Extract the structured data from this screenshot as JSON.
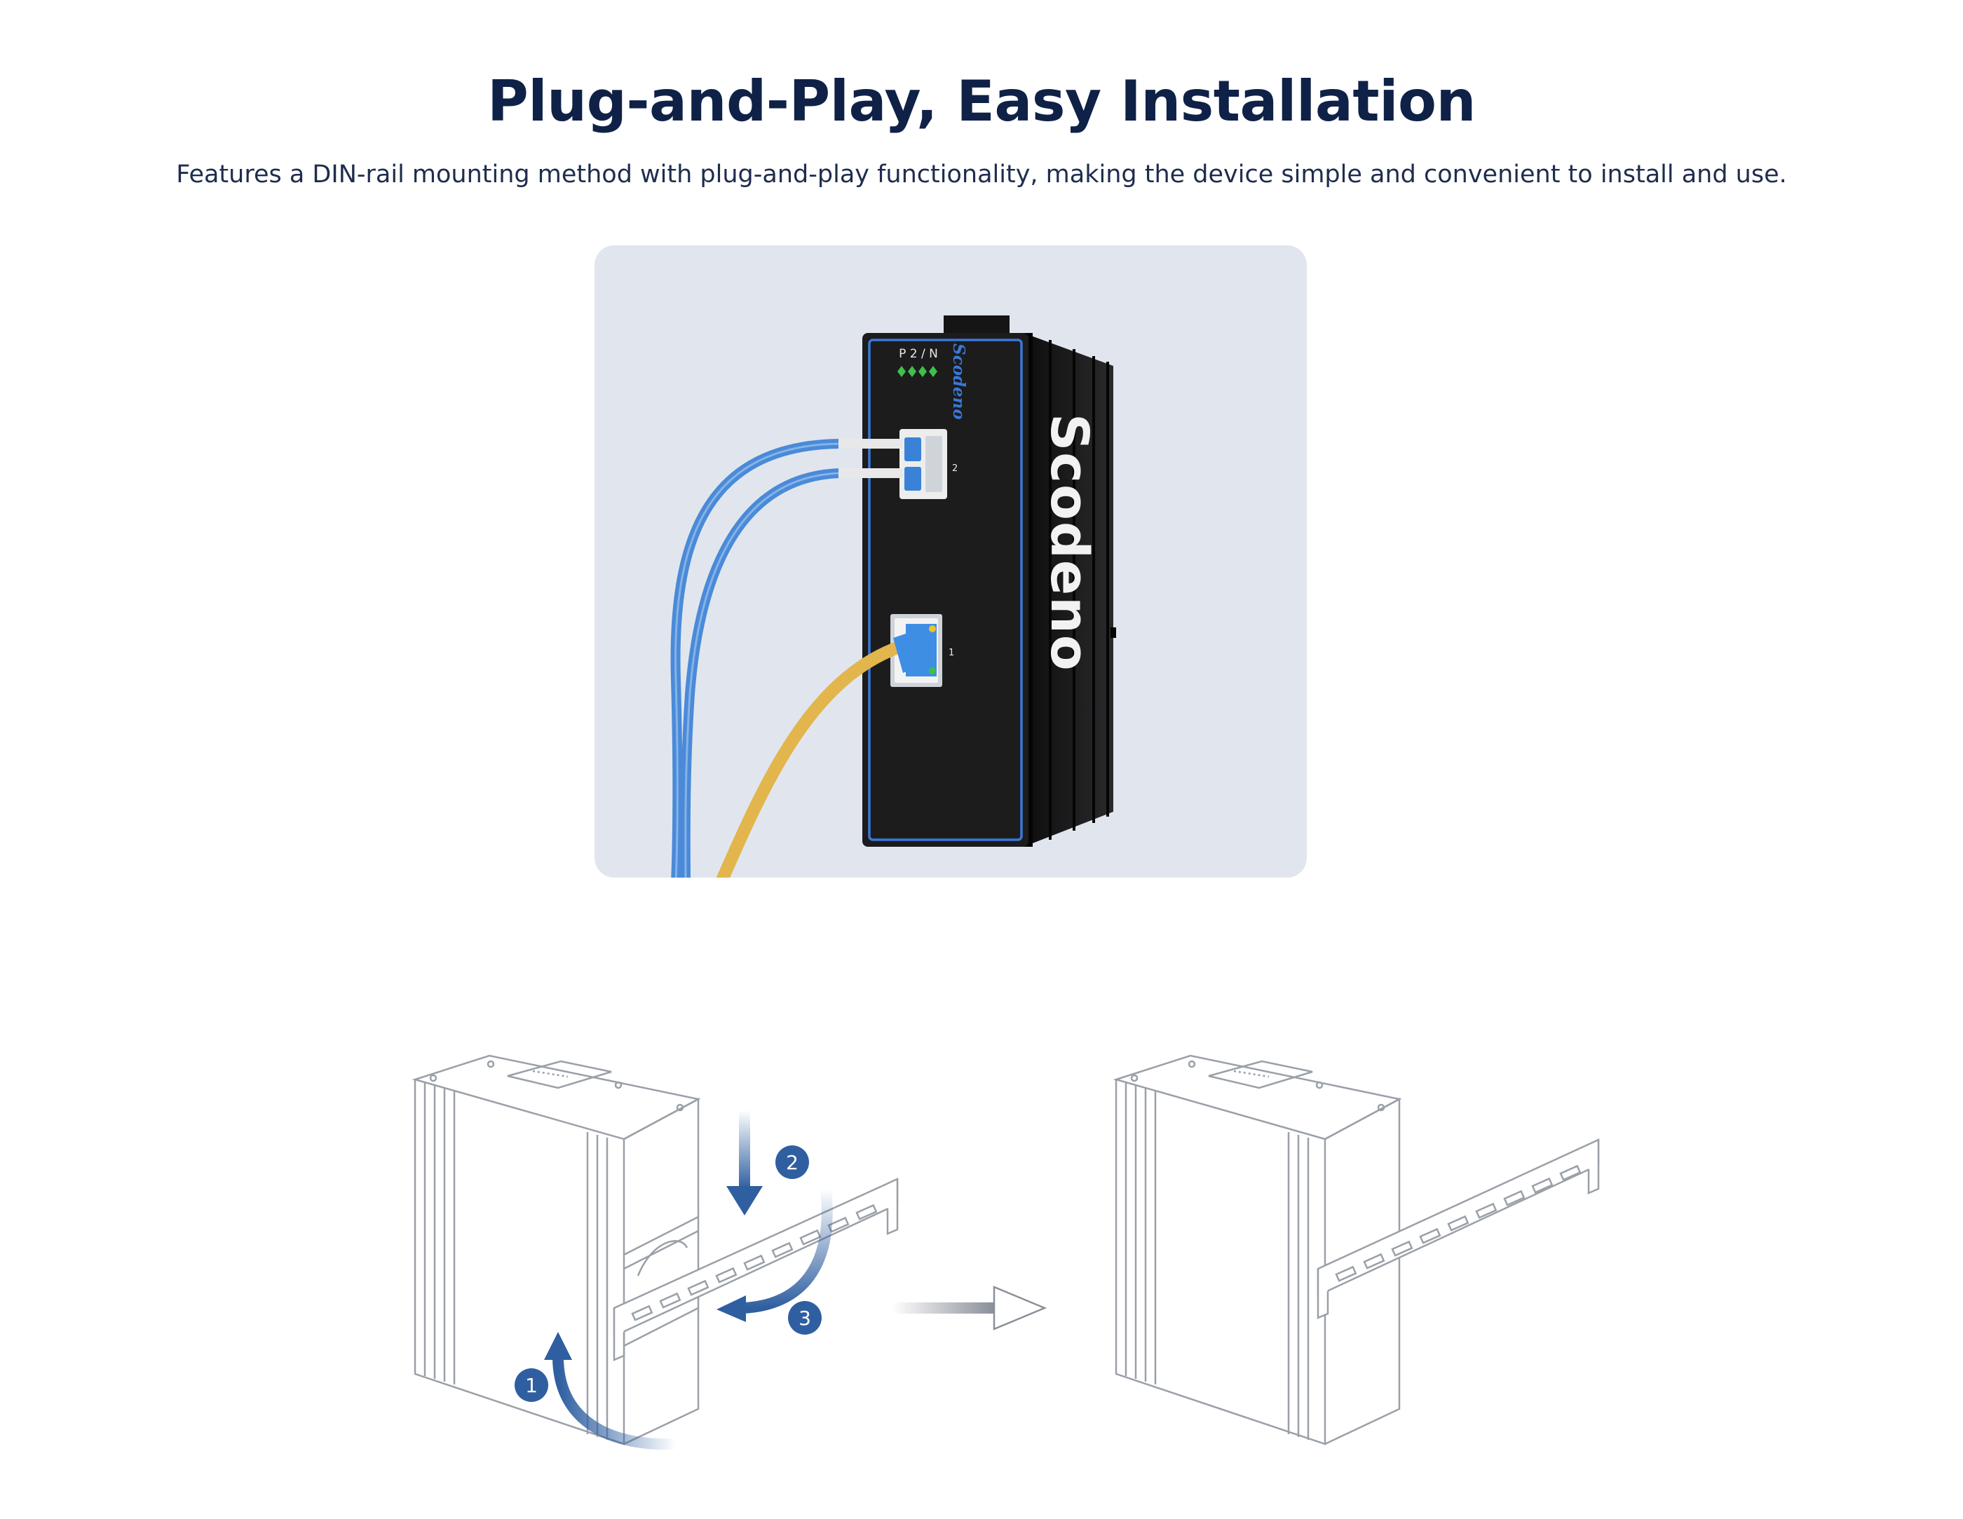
{
  "header": {
    "title": "Plug-and-Play, Easy Installation",
    "subtitle": "Features a DIN-rail mounting method with plug-and-play functionality, making the device simple and convenient to install and use."
  },
  "device": {
    "brand_small": "Scodeno",
    "brand_large": "Scodeno",
    "led_label": "P 2 / N",
    "sfp_port_label": "2",
    "rj45_port_label": "1",
    "body_color": "#1c1c1d",
    "accent_color": "#3a78d8",
    "fiber_color": "#4a8ad8",
    "copper_cable_color": "#e2b64c",
    "led_color": "#3ec04a"
  },
  "installation": {
    "step1": "1",
    "step2": "2",
    "step3": "3",
    "step_color": "#2f5fa0"
  },
  "icons": {
    "proceed": "arrow-right-icon"
  }
}
